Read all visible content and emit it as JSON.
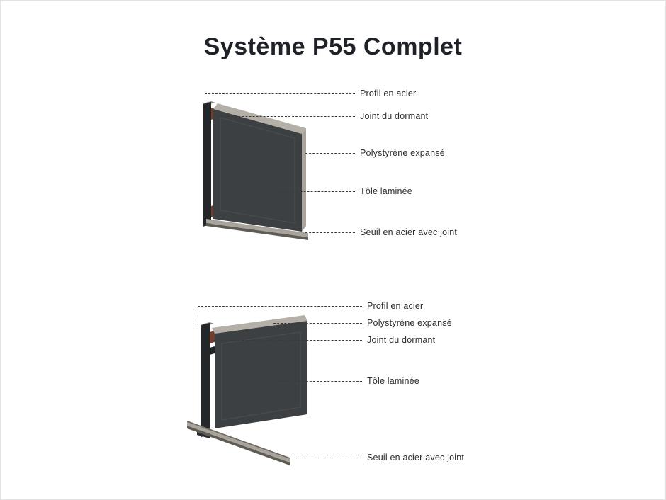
{
  "page": {
    "title": "Système P55 Complet"
  },
  "colors": {
    "panel_face": "#3d4043",
    "panel_top_edge": "#b5b0a7",
    "panel_side_edge": "#aaa59c",
    "steel_profile": "#24272a",
    "profile_cap": "#8d8a84",
    "joint": "#713d2c",
    "sill_light": "#a8a39b",
    "sill_dark": "#5f5c56",
    "leader_line": "#3a3a3a",
    "label_text": "#2d2d2d",
    "title_text": "#1e2228",
    "background": "#ffffff"
  },
  "diagrams": {
    "top": {
      "name": "section-fermee",
      "labels": [
        "Profil en acier",
        "Joint du dormant",
        "Polystyrène expansé",
        "Tôle laminée",
        "Seuil en acier avec joint"
      ]
    },
    "bottom": {
      "name": "section-ouverte",
      "labels": [
        "Profil en acier",
        "Polystyrène expansé",
        "Joint du dormant",
        "Tôle laminée",
        "Seuil en acier avec joint"
      ]
    }
  }
}
